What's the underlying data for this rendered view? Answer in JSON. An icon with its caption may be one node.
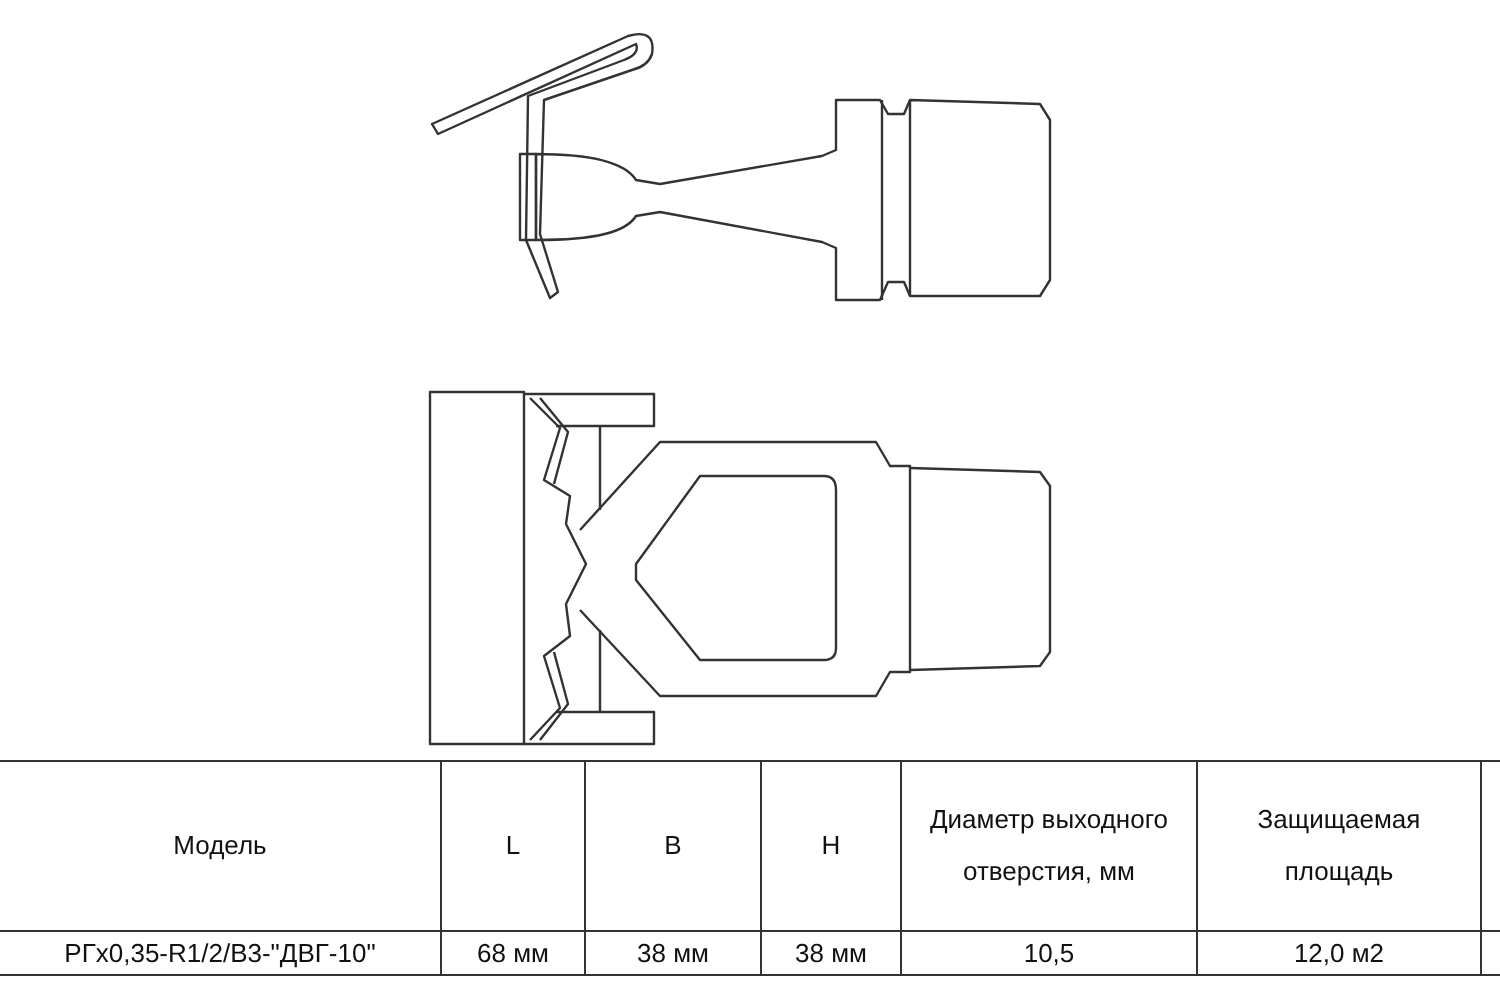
{
  "diagram": {
    "labels": [
      "Модель",
      "L",
      "B",
      "H",
      "Диаметр выходного отверстия, мм",
      "Защищаемая площадь",
      "РГх0,35-R1/2/В3-\"ДВГ-10\"",
      "68 мм",
      "38 мм",
      "38 мм",
      "10,5",
      "12,0 м2"
    ]
  }
}
